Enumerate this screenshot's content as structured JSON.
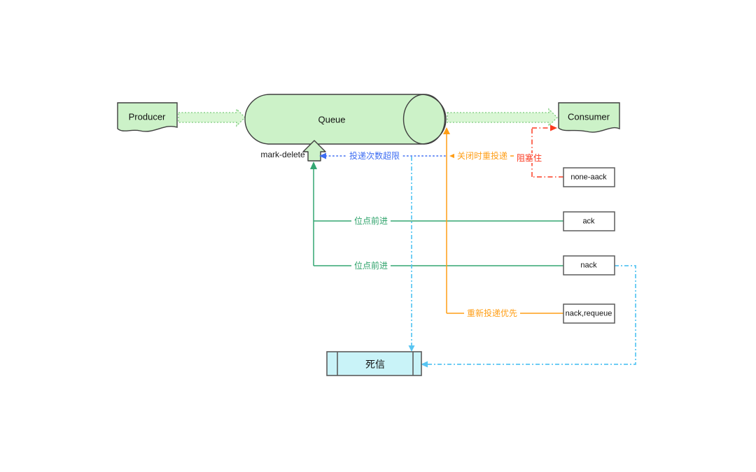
{
  "nodes": {
    "producer": "Producer",
    "queue": "Queue",
    "consumer": "Consumer",
    "none_aack": "none-aack",
    "ack": "ack",
    "nack": "nack",
    "nack_requeue": "nack,requeue",
    "dead_letter": "死信"
  },
  "labels": {
    "mark_delete": "mark-delete",
    "delivery_count_limit": "投递次数超限",
    "redeliver_on_close": "关闭时重投递",
    "blocked": "阻塞住",
    "offset_advance_ack": "位点前进",
    "offset_advance_nack": "位点前进",
    "redelivery_priority": "重新投递优先"
  },
  "colors": {
    "node_fill_green": "#ccf2c8",
    "flow_arrow_fill": "#d9f6d4",
    "flow_arrow_stroke": "#79c979",
    "dead_letter_fill": "#c9f3f8",
    "shape_border": "#3f3f3f",
    "box_border": "#5c5c5c",
    "teal_line": "#33a672",
    "blue_line": "#3d6df2",
    "orange_line": "#ff9e16",
    "red_line": "#fb3a21",
    "cyan_line": "#58c5f2"
  }
}
